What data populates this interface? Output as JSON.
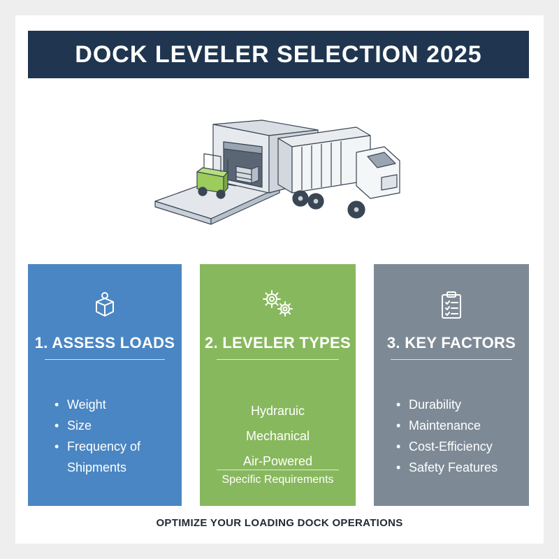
{
  "header": {
    "title": "DOCK LEVELER SELECTION 2025"
  },
  "illustration": {
    "icon": "loading-dock-truck-forklift-illustration"
  },
  "panels": [
    {
      "heading": "1. ASSESS LOADS",
      "icon": "weight-icon",
      "color": "#4a86c3",
      "items": [
        "Weight",
        "Size",
        "Frequency of Shipments"
      ]
    },
    {
      "heading": "2. LEVELER TYPES",
      "icon": "gears-icon",
      "color": "#88b85e",
      "items": [
        "Hydraruic",
        "Mechanical",
        "Air-Powered"
      ],
      "note": "Specific Requirements"
    },
    {
      "heading": "3. KEY FACTORS",
      "icon": "checklist-icon",
      "color": "#7d8a96",
      "items": [
        "Durability",
        "Maintenance",
        "Cost-Efficiency",
        "Safety Features"
      ]
    }
  ],
  "footer": {
    "text": "OPTIMIZE YOUR LOADING DOCK OPERATIONS"
  }
}
